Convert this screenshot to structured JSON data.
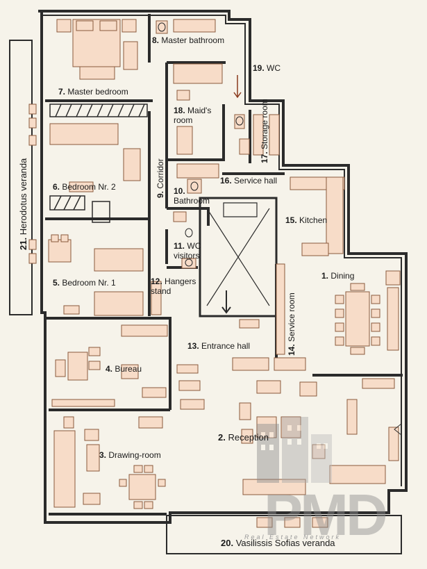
{
  "rooms": [
    {
      "num": "1.",
      "name": "Dining"
    },
    {
      "num": "2.",
      "name": "Reception"
    },
    {
      "num": "3.",
      "name": "Drawing-room"
    },
    {
      "num": "4.",
      "name": "Bureau"
    },
    {
      "num": "5.",
      "name": "Bedroom Nr. 1"
    },
    {
      "num": "6.",
      "name": "Bedroom Nr. 2"
    },
    {
      "num": "7.",
      "name": "Master bedroom"
    },
    {
      "num": "8.",
      "name": "Master bathroom"
    },
    {
      "num": "9.",
      "name": "Corridor"
    },
    {
      "num": "10.",
      "name": "Bathroom"
    },
    {
      "num": "11.",
      "name": "WC"
    },
    {
      "num": "12.",
      "name": "Hangers"
    },
    {
      "num": "13.",
      "name": "Entrance hall"
    },
    {
      "num": "14.",
      "name": "Service room"
    },
    {
      "num": "15.",
      "name": "Kitchen"
    },
    {
      "num": "16.",
      "name": "Service hall"
    },
    {
      "num": "17.",
      "name": "Storage room"
    },
    {
      "num": "18.",
      "name": "Maid's"
    },
    {
      "num": "19.",
      "name": "WC"
    },
    {
      "num": "20.",
      "name": "Vasilissis Sofias veranda"
    },
    {
      "num": "21.",
      "name": "Herodotus veranda"
    }
  ],
  "extra": {
    "bathroom10_line2": "Bathroom",
    "wc11_line2": "visitors",
    "hangers12_line2": "stand",
    "maid18_line2": "room"
  },
  "watermark": {
    "logo": "PMD",
    "tagline": "Real Estate Network"
  },
  "colors": {
    "wall": "#2b2b2b",
    "furniture_fill": "#f7dcc8",
    "furniture_stroke": "#8a5a3c",
    "background": "#f6f3ea"
  }
}
